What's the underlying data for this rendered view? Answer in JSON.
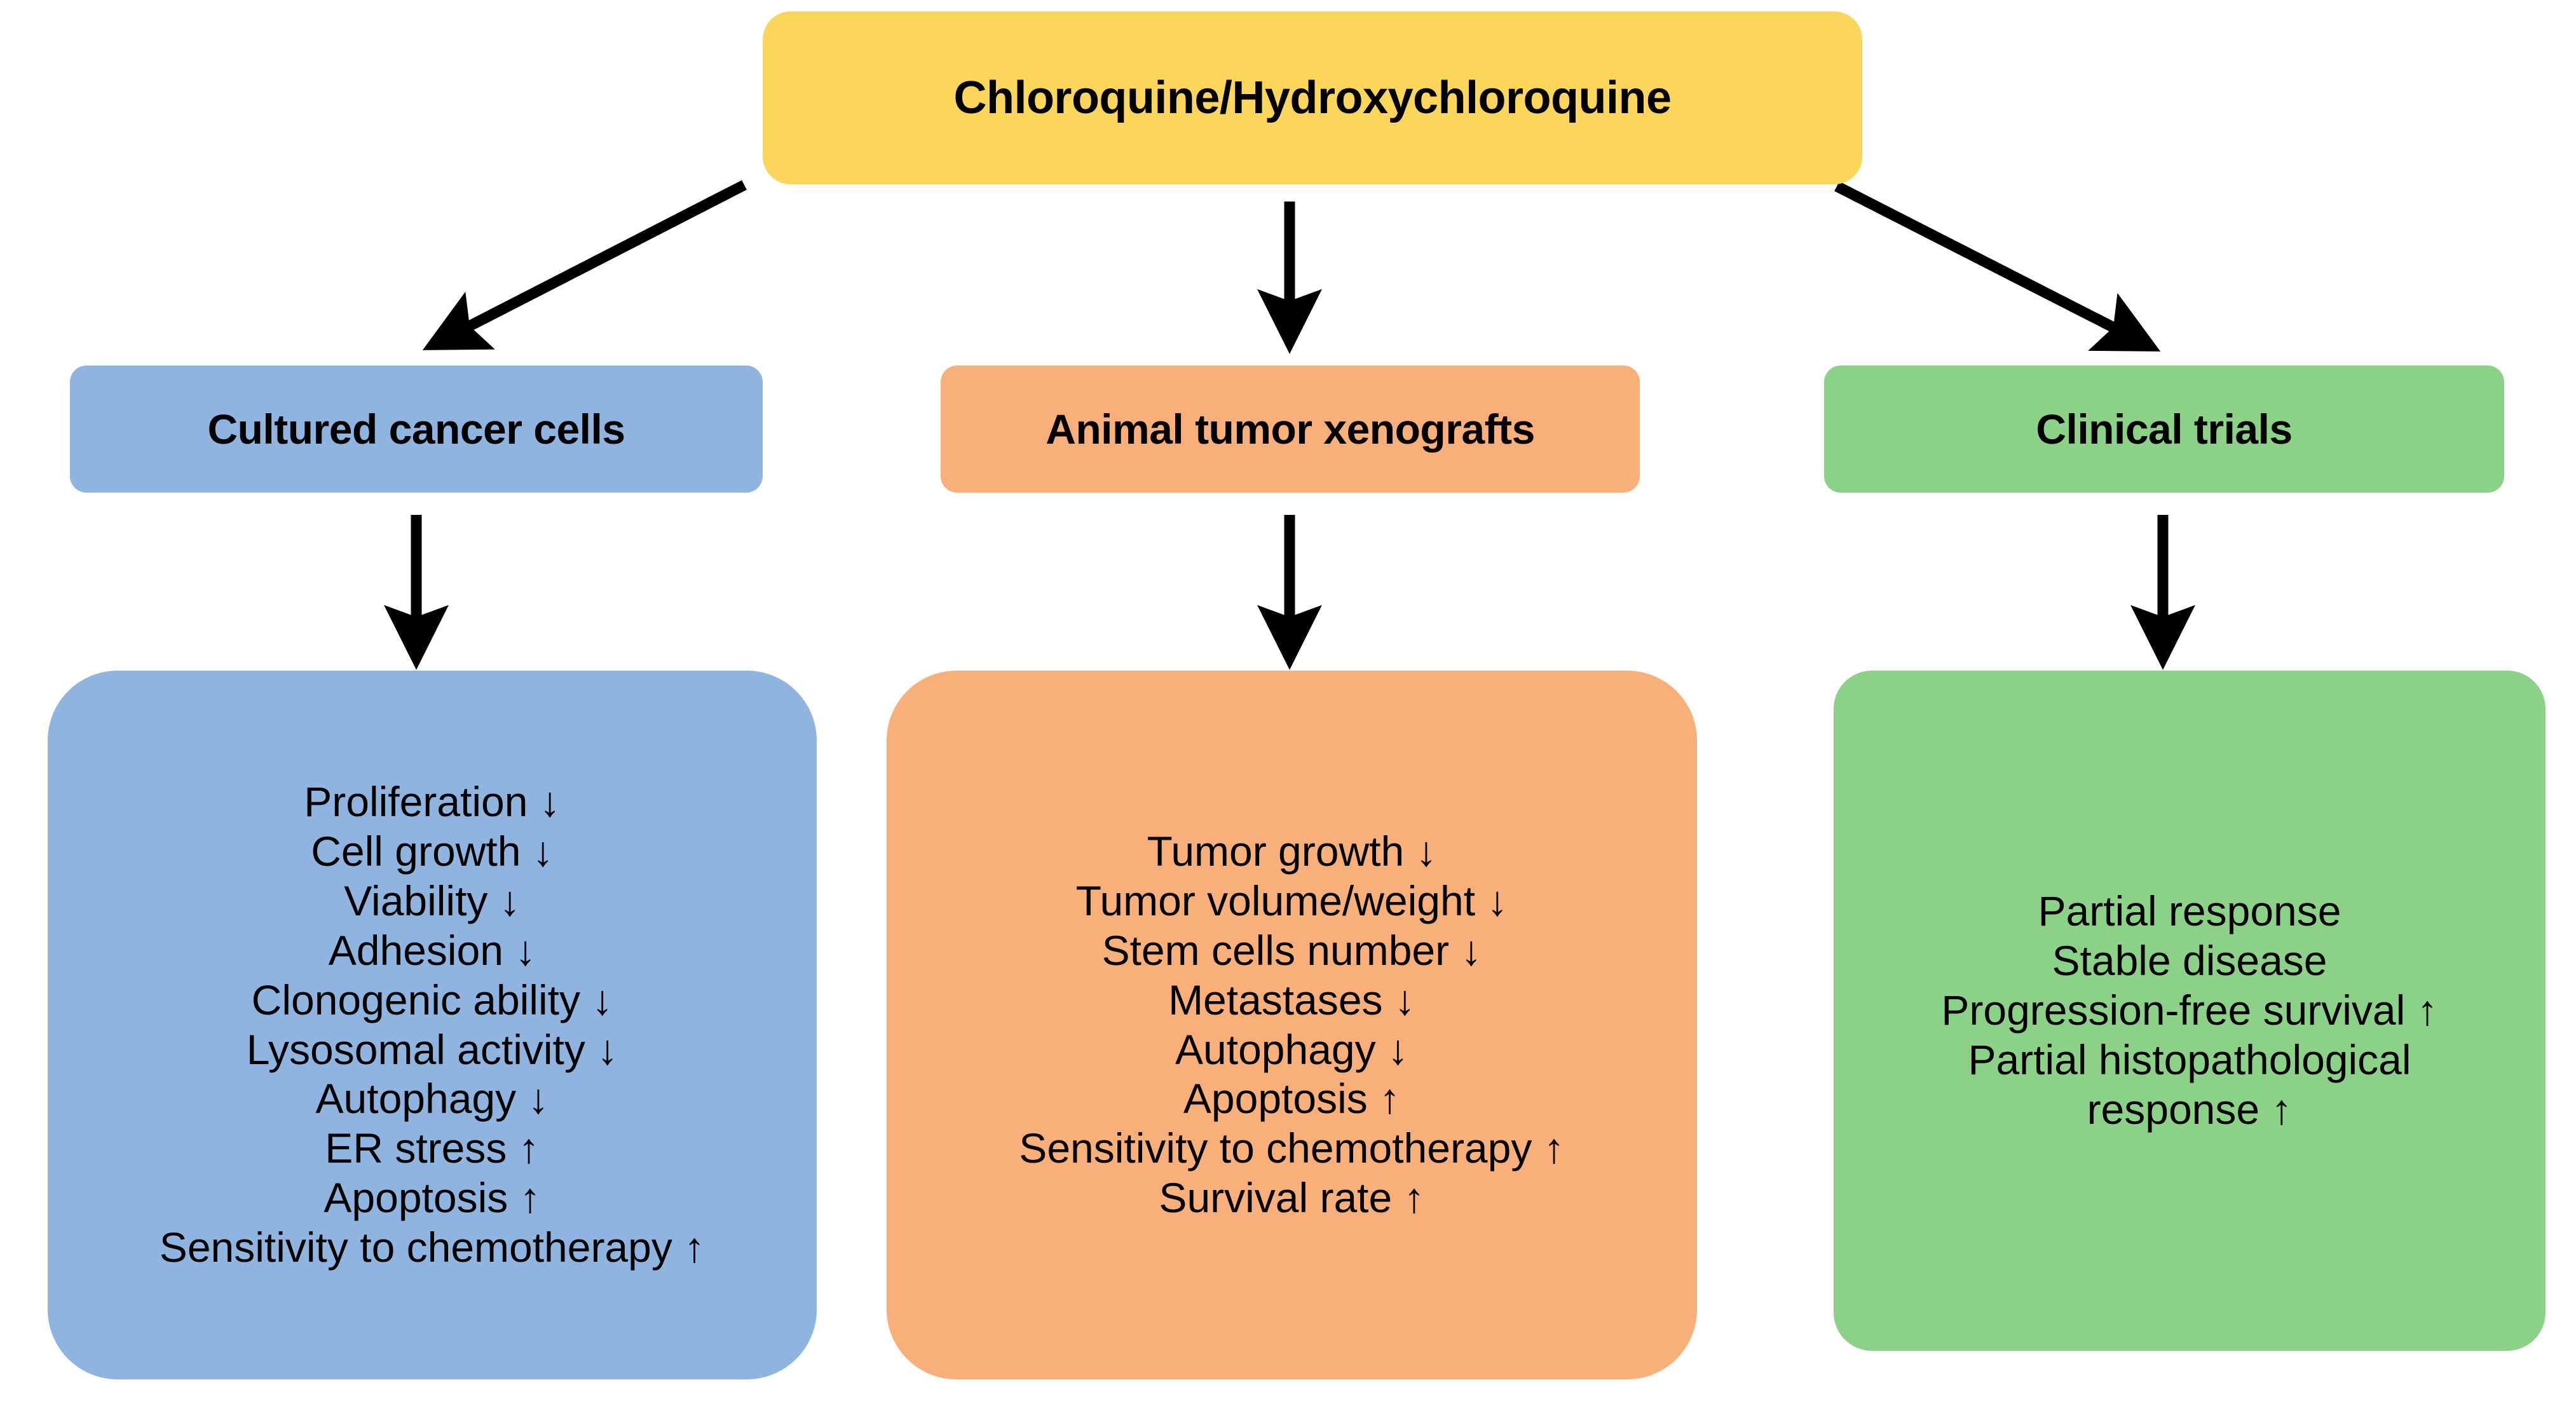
{
  "diagram": {
    "title": "Chloroquine/Hydroxychloroquine anticancer effects flowchart",
    "root": {
      "label": "Chloroquine/Hydroxychloroquine",
      "color": "#FBD65A"
    },
    "branches": [
      {
        "id": "cultured-cancer-cells",
        "header": "Cultured cancer cells",
        "color": "#8FB4DF",
        "outcomes": [
          "Proliferation ↓",
          "Cell growth ↓",
          "Viability ↓",
          "Adhesion ↓",
          "Clonogenic ability ↓",
          "Lysosomal activity ↓",
          "Autophagy ↓",
          "ER stress ↑",
          "Apoptosis ↑",
          "Sensitivity to chemotherapy ↑"
        ]
      },
      {
        "id": "animal-tumor-xenografts",
        "header": "Animal tumor xenografts",
        "color": "#F9AF79",
        "outcomes": [
          "Tumor growth ↓",
          "Tumor volume/weight ↓",
          "Stem cells number ↓",
          "Metastases ↓",
          "Autophagy ↓",
          "Apoptosis ↑",
          "Sensitivity to chemotherapy ↑",
          "Survival rate ↑"
        ]
      },
      {
        "id": "clinical-trials",
        "header": "Clinical trials",
        "color": "#8CD188",
        "outcomes": [
          "Partial response",
          "Stable disease",
          "Progression-free survival ↑",
          "Partial histopathological",
          "response ↑"
        ]
      }
    ],
    "connectors": [
      {
        "name": "root-to-cultured",
        "kind": "diagonal-arrow-down-left"
      },
      {
        "name": "root-to-xenograft",
        "kind": "straight-arrow-down"
      },
      {
        "name": "root-to-clinical",
        "kind": "diagonal-arrow-down-right"
      },
      {
        "name": "cultured-header-to-panel",
        "kind": "straight-arrow-down"
      },
      {
        "name": "xenograft-header-to-panel",
        "kind": "straight-arrow-down"
      },
      {
        "name": "clinical-header-to-panel",
        "kind": "straight-arrow-down"
      }
    ],
    "arrow_color": "#000000",
    "background": "#FFFFFF"
  }
}
